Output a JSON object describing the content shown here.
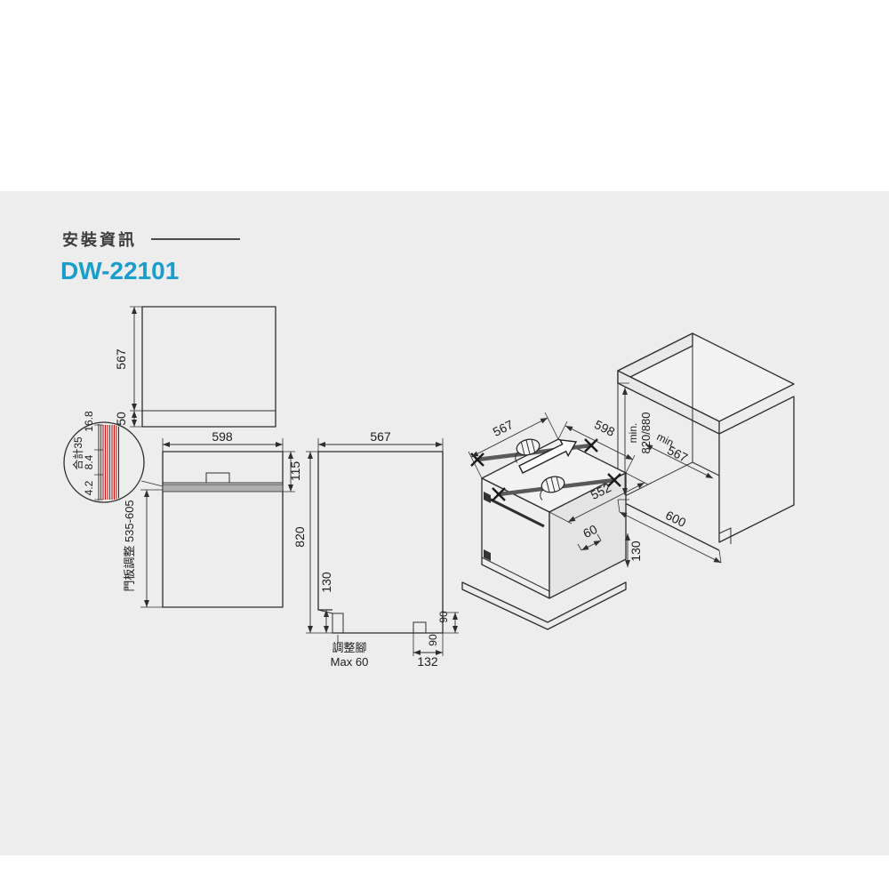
{
  "colors": {
    "panel_bg": "#ededed",
    "model_blue": "#1a9ccd",
    "hatch_red": "#c41414"
  },
  "header": {
    "section_title": "安裝資訊",
    "model": "DW-22101"
  },
  "views": {
    "top": {
      "depth": "567",
      "front_edge": "50"
    },
    "door_detail": {
      "thickness_outer": "16.8",
      "total": "合計35",
      "thickness_mid": "8.4",
      "thickness_inner": "4.2"
    },
    "front": {
      "width": "598",
      "top_height": "115",
      "door_adjust": "門板調整 535-605"
    },
    "side": {
      "depth": "567",
      "height": "820",
      "toe_height": "130",
      "foot_label": "調整腳",
      "foot_max": "Max 60",
      "rear_foot_offset": "132",
      "rear_height_a": "90",
      "rear_height_b": "90"
    },
    "iso": {
      "depth": "567",
      "width": "598",
      "niche_min": "min.",
      "niche_height": "820/880",
      "depth_min": "min.",
      "niche_depth": "567",
      "body_depth": "552",
      "clearance": "60",
      "niche_width": "600",
      "plinth": "130"
    }
  }
}
